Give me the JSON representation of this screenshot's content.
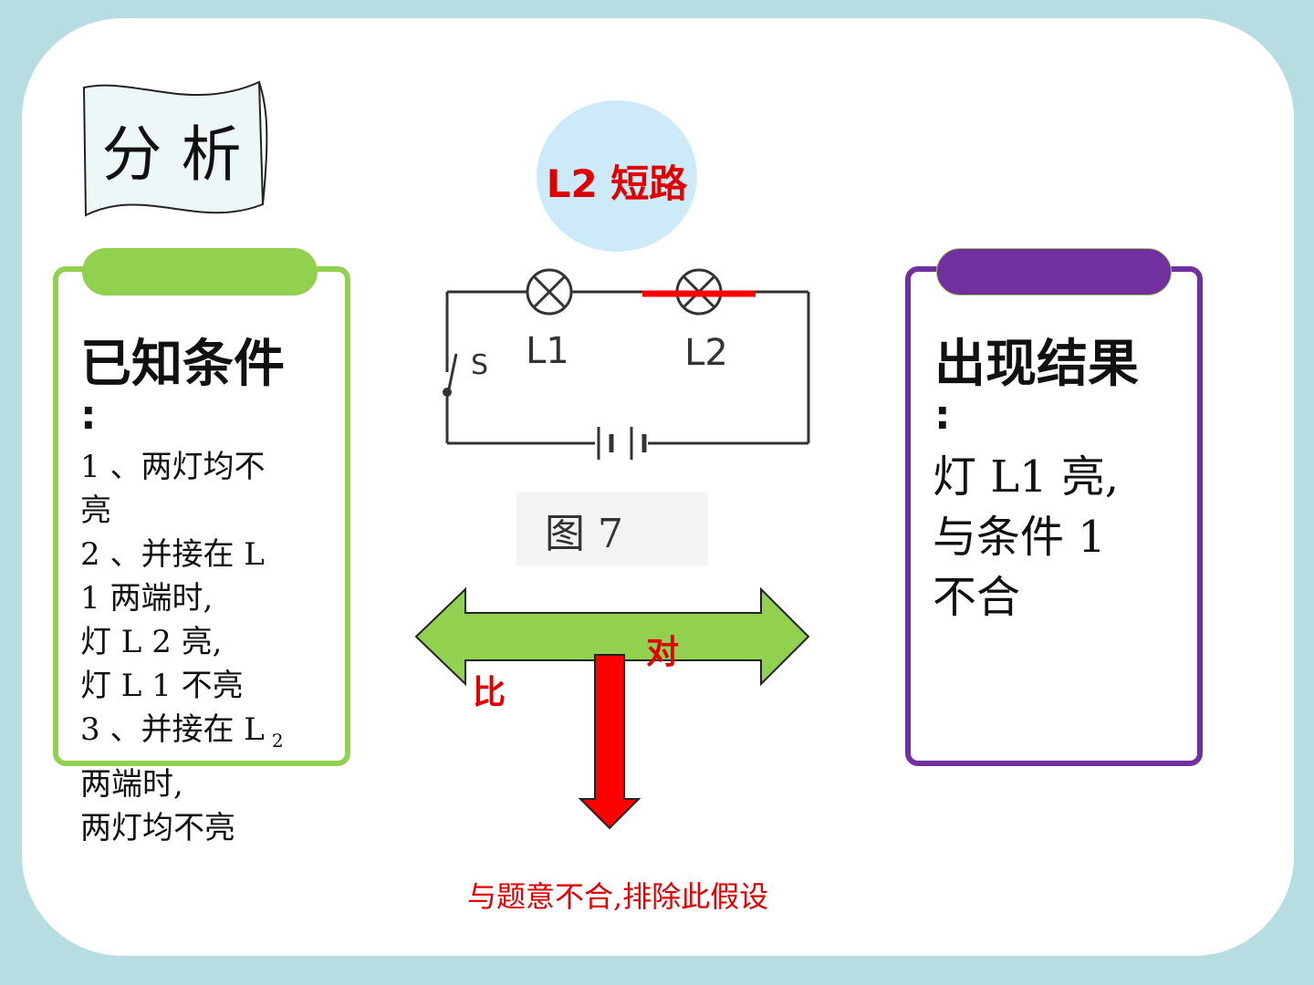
{
  "analysis_label": "分 析",
  "bubble_text": "L2 短路",
  "left_card": {
    "heading": "已知条件",
    "colon": ":",
    "lines": [
      "1 、两灯均不",
      "亮",
      "2 、并接在 L",
      " 1 两端时,",
      "灯 L  2 亮,",
      "灯 L  1 不亮",
      "3 、并接在 L",
      "两端时,",
      "两灯均不亮"
    ],
    "subscript": "2"
  },
  "right_card": {
    "heading": "出现结果",
    "colon": ":",
    "lines": [
      "灯 L1 亮,",
      "与条件 1",
      "不合"
    ]
  },
  "circuit": {
    "lamp1_label": "L1",
    "lamp2_label": "L2",
    "switch_label": "S",
    "figure_caption": "图 7",
    "short_mark_color": "#ff0000"
  },
  "arrows": {
    "right_label": "对",
    "left_label": "比",
    "double_arrow_color": "#92d050",
    "down_arrow_color": "#ff0000"
  },
  "conclusion": "与题意不合,排除此假设"
}
